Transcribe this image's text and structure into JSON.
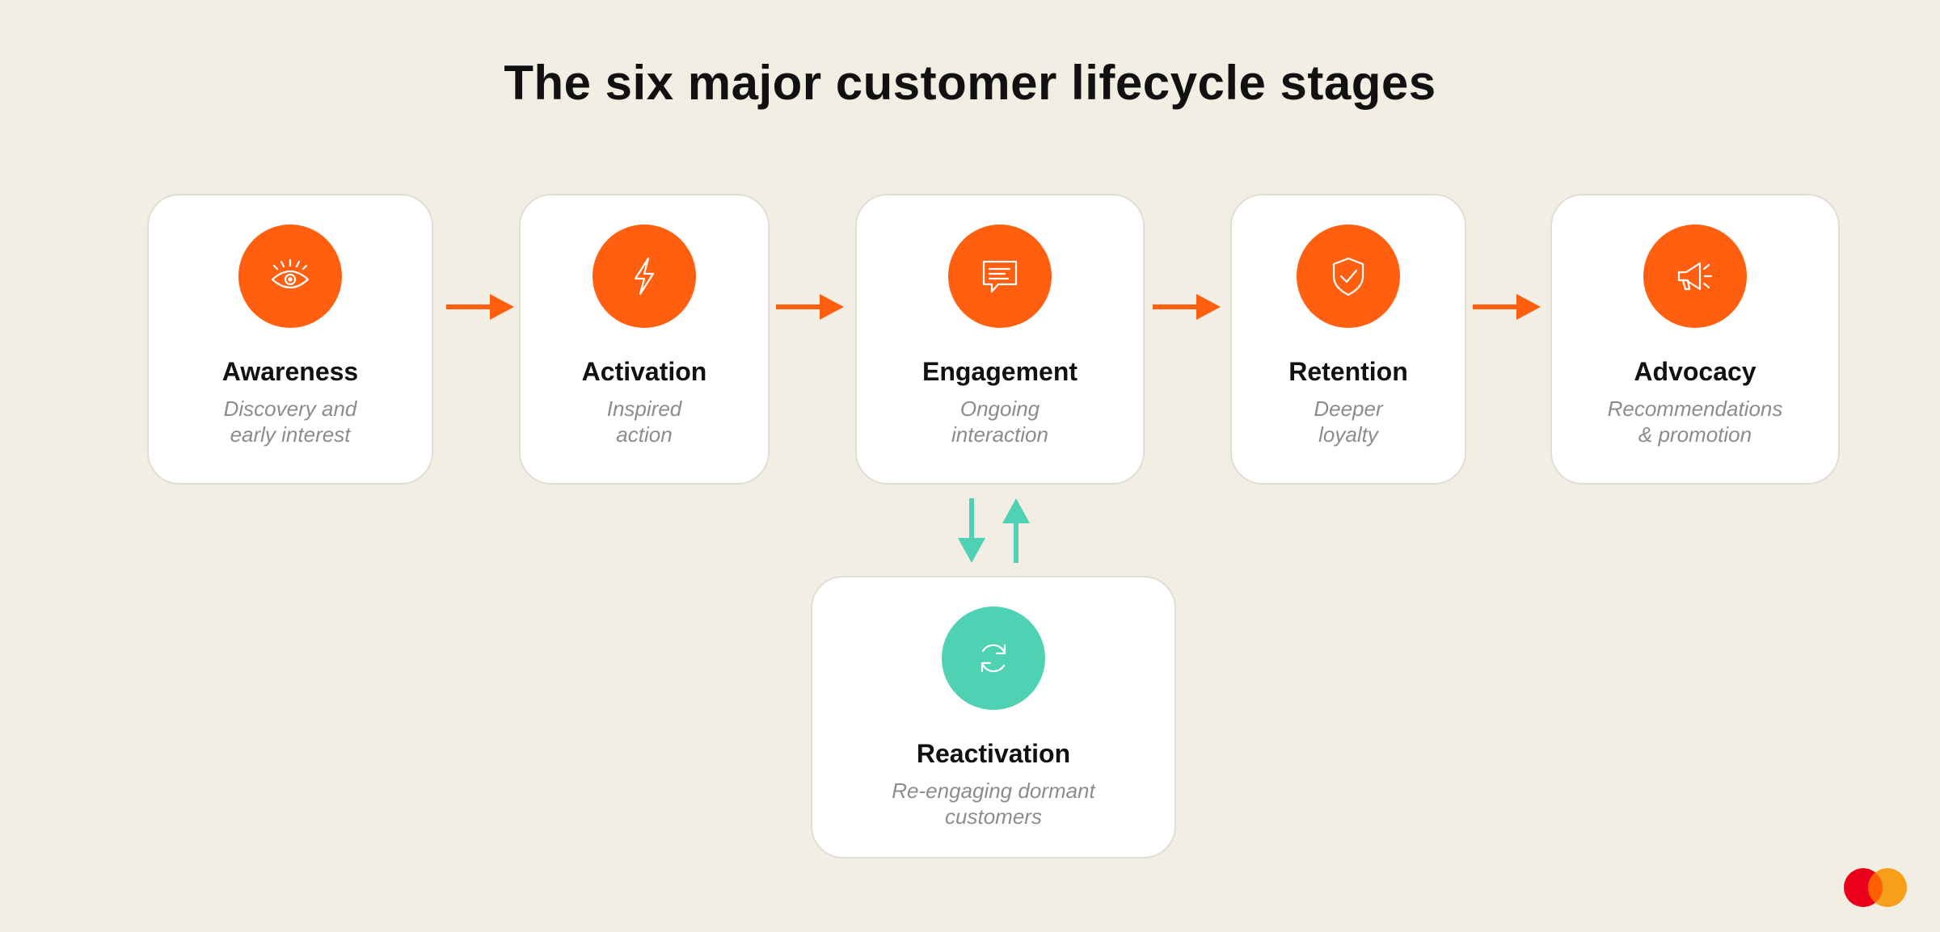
{
  "title": "The six major customer lifecycle stages",
  "colors": {
    "background": "#f2eee3",
    "accent_orange": "#ff5f0f",
    "accent_teal": "#4fd1b3",
    "card": "#ffffff"
  },
  "stages": [
    {
      "name": "Awareness",
      "desc_lines": [
        "Discovery and",
        "early interest"
      ],
      "icon": "eye-icon"
    },
    {
      "name": "Activation",
      "desc_lines": [
        "Inspired",
        "action"
      ],
      "icon": "lightning-icon"
    },
    {
      "name": "Engagement",
      "desc_lines": [
        "Ongoing",
        "interaction"
      ],
      "icon": "chat-bubble-icon"
    },
    {
      "name": "Retention",
      "desc_lines": [
        "Deeper",
        "loyalty"
      ],
      "icon": "shield-check-icon"
    },
    {
      "name": "Advocacy",
      "desc_lines": [
        "Recommendations",
        "& promotion"
      ],
      "icon": "megaphone-icon"
    }
  ],
  "reactivation": {
    "name": "Reactivation",
    "desc_lines": [
      "Re-engaging dormant",
      "customers"
    ],
    "icon": "refresh-icon"
  },
  "logo": "mastercard-logo"
}
